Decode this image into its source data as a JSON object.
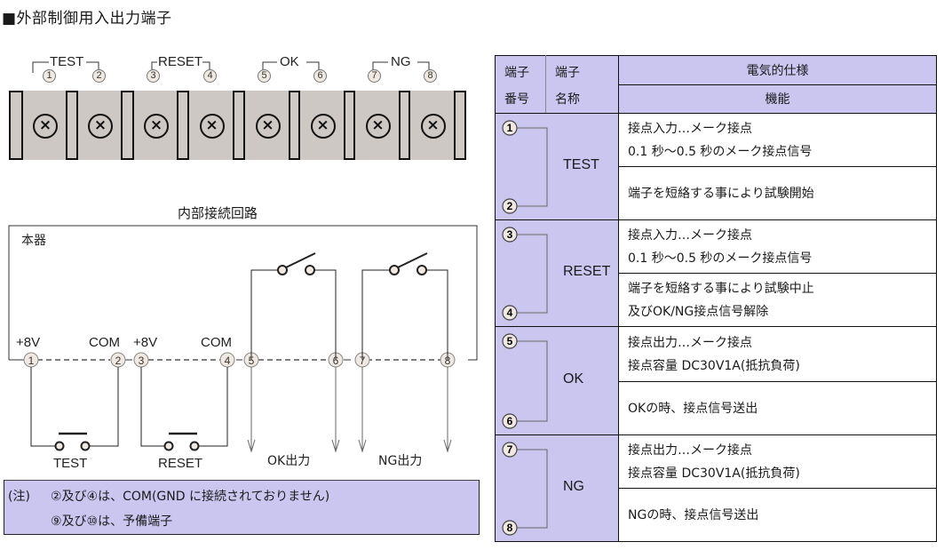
{
  "section_title": "■外部制御用入出力端子",
  "terminal_block": {
    "groups": [
      {
        "label": "TEST",
        "pins": [
          "1",
          "2"
        ]
      },
      {
        "label": "RESET",
        "pins": [
          "3",
          "4"
        ]
      },
      {
        "label": "OK",
        "pins": [
          "5",
          "6"
        ]
      },
      {
        "label": "NG",
        "pins": [
          "7",
          "8"
        ]
      }
    ],
    "pin_numbers": [
      "1",
      "2",
      "3",
      "4",
      "5",
      "6",
      "7",
      "8"
    ],
    "screw_glyph": "×"
  },
  "circuit": {
    "title": "内部接続回路",
    "device_label": "本器",
    "rail_labels": [
      "+8V",
      "COM",
      "+8V",
      "COM"
    ],
    "pin_numbers": [
      "1",
      "2",
      "3",
      "4",
      "5",
      "6",
      "7",
      "8"
    ],
    "switch_labels": [
      "TEST",
      "RESET"
    ],
    "output_labels": [
      "OK出力",
      "NG出力"
    ]
  },
  "note": {
    "prefix": "(注)",
    "lines": [
      "②及び④は、COM(GND に接続されておりません)",
      "⑨及び⑩は、予備端子"
    ]
  },
  "table": {
    "headers": {
      "col1_line1": "端子",
      "col1_line2": "番号",
      "col2_line1": "端子",
      "col2_line2": "名称",
      "spec_top": "電気的仕様",
      "spec_bottom": "機能"
    },
    "rows": [
      {
        "pins": [
          "1",
          "2"
        ],
        "name": "TEST",
        "electrical": [
          "接点入力…メーク接点",
          "0.1 秒〜0.5 秒のメーク接点信号"
        ],
        "function": [
          "端子を短絡する事により試験開始"
        ]
      },
      {
        "pins": [
          "3",
          "4"
        ],
        "name": "RESET",
        "electrical": [
          "接点入力…メーク接点",
          "0.1 秒〜0.5 秒のメーク接点信号"
        ],
        "function": [
          "端子を短絡する事により試験中止",
          "及びOK/NG接点信号解除"
        ]
      },
      {
        "pins": [
          "5",
          "6"
        ],
        "name": "OK",
        "electrical": [
          "接点出力…メーク接点",
          "接点容量 DC30V1A(抵抗負荷)"
        ],
        "function": [
          "OKの時、接点信号送出"
        ]
      },
      {
        "pins": [
          "7",
          "8"
        ],
        "name": "NG",
        "electrical": [
          "接点出力…メーク接点",
          "接点容量 DC30V1A(抵抗負荷)"
        ],
        "function": [
          "NGの時、接点信号送出"
        ]
      }
    ]
  },
  "colors": {
    "lavender": "#cbc6ef",
    "terminal_gray": "#cdc8c3"
  }
}
